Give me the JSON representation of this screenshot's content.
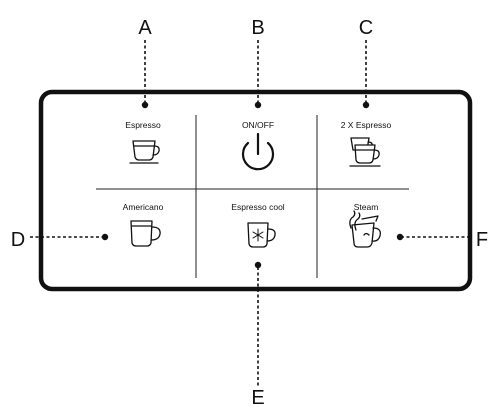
{
  "callouts": {
    "a": "A",
    "b": "B",
    "c": "C",
    "d": "D",
    "e": "E",
    "f": "F"
  },
  "buttons": {
    "espresso": "Espresso",
    "on_off": "ON/OFF",
    "double_espresso": "2 X Espresso",
    "americano": "Americano",
    "espresso_cool": "Espresso cool",
    "steam": "Steam"
  },
  "icons": {
    "espresso": "espresso-cup-icon",
    "on_off": "power-icon",
    "double_espresso": "double-cup-icon",
    "americano": "mug-icon",
    "espresso_cool": "snowflake-mug-icon",
    "steam": "steam-pitcher-icon"
  }
}
